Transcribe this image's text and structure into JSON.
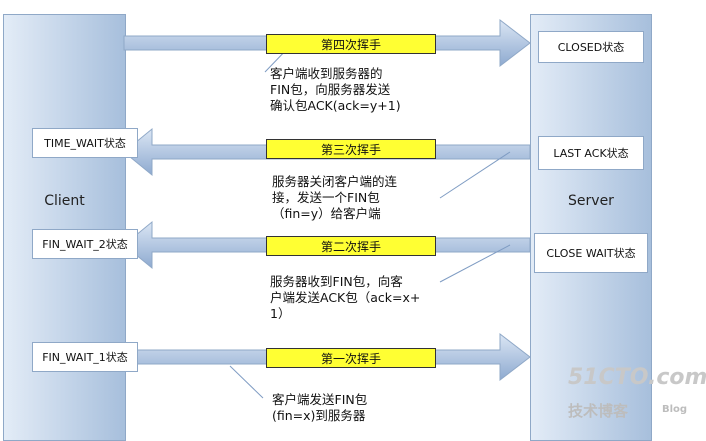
{
  "client": {
    "label": "Client"
  },
  "server": {
    "label": "Server"
  },
  "client_states": [
    "TIME_WAIT状态",
    "FIN_WAIT_2状态",
    "FIN_WAIT_1状态"
  ],
  "server_states": [
    "CLOSED状态",
    "LAST ACK状态",
    "CLOSE WAIT状态"
  ],
  "waves": {
    "fourth": "第四次挥手",
    "third": "第三次挥手",
    "second": "第二次挥手",
    "first": "第一次挥手"
  },
  "descriptions": {
    "fourth": [
      "客户端收到服务器的",
      "FIN包，向服务器发送",
      "确认包ACK(ack=y+1)"
    ],
    "third": [
      "服务器关闭客户端的连",
      "接，发送一个FIN包",
      "（fin=y）给客户端"
    ],
    "second": [
      "服务器收到FIN包，向客",
      "户端发送ACK包（ack=x+",
      "1）"
    ],
    "first": [
      "客户端发送FIN包",
      "(fin=x)到服务器"
    ]
  },
  "watermark": {
    "site": "51CTO.com",
    "sub": "技术博客",
    "blog": "Blog"
  },
  "colors": {
    "arrow": "#9fb8d9",
    "wave_label": "#ffff33",
    "column": "#b8cde6"
  }
}
